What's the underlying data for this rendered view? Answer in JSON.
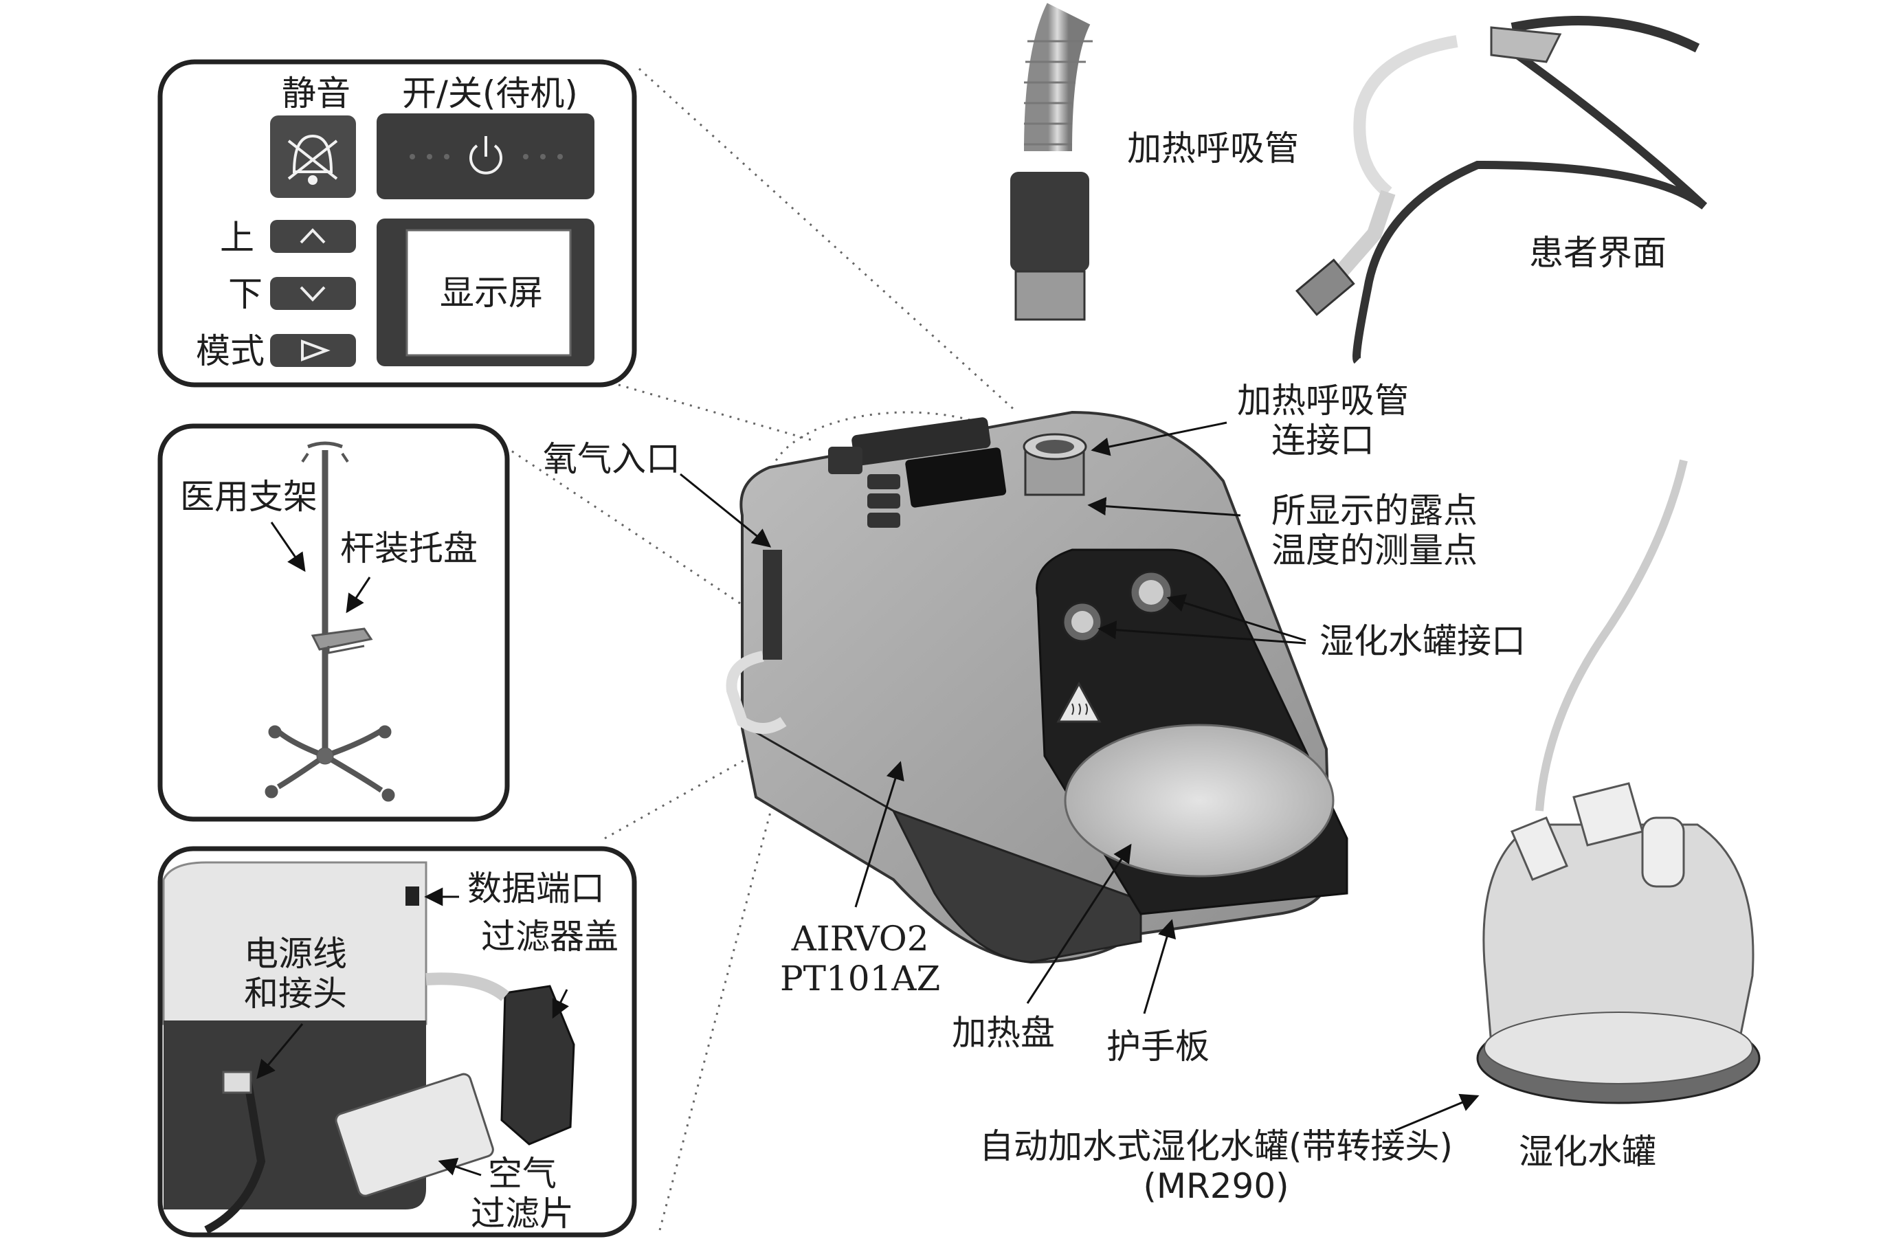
{
  "panels": {
    "control": {
      "mute": "静音",
      "power": "开/关(待机)",
      "up": "上",
      "down": "下",
      "mode": "模式",
      "display": "显示屏"
    },
    "stand": {
      "pole": "医用支架",
      "tray": "杆装托盘"
    },
    "rear": {
      "data_port": "数据端口",
      "filter_cover": "过滤器盖",
      "power_cord_line1": "电源线",
      "power_cord_line2": "和接头",
      "air_filter_line1": "空气",
      "air_filter_line2": "过滤片"
    }
  },
  "device": {
    "oxygen_inlet": "氧气入口",
    "tube_port_line1": "加热呼吸管",
    "tube_port_line2": "连接口",
    "dew_point_line1": "所显示的露点",
    "dew_point_line2": "温度的测量点",
    "chamber_port": "湿化水罐接口",
    "model": "AIRVO2",
    "model_code": "PT101AZ",
    "heater_plate": "加热盘",
    "guard": "护手板"
  },
  "accessories": {
    "heated_tube": "加热呼吸管",
    "patient_interface": "患者界面",
    "chamber_desc_line1": "自动加水式湿化水罐(带转接头)",
    "chamber_desc_line2": "(MR290)",
    "chamber": "湿化水罐"
  }
}
